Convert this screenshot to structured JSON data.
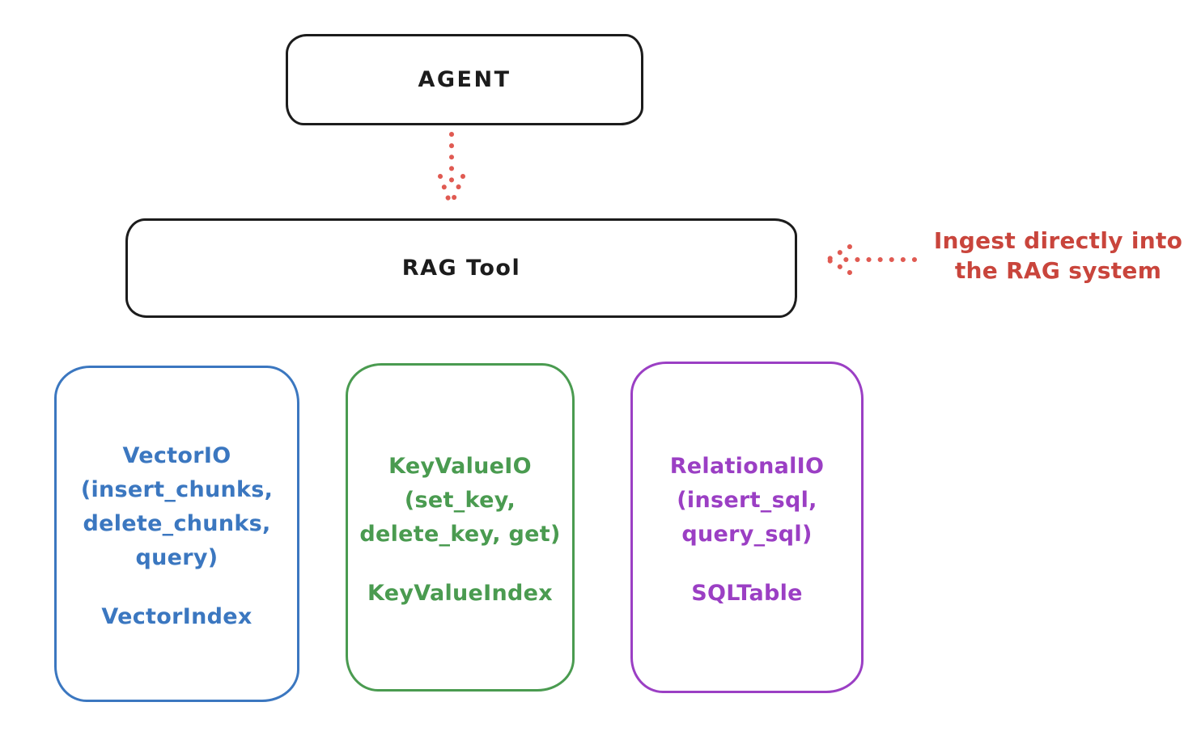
{
  "colors": {
    "ink": "#1c1c1c",
    "background": "#ffffff",
    "annotation_red": "#c9453c",
    "arrow_red": "#e05a52",
    "vector_blue": "#3b77c0",
    "keyvalue_green": "#4a9b50",
    "relational_purple": "#9b3fc4"
  },
  "nodes": {
    "agent": {
      "label": "AGENT"
    },
    "rag_tool": {
      "label": "RAG Tool"
    }
  },
  "annotation": {
    "text": "Ingest directly into\nthe RAG system"
  },
  "backends": [
    {
      "name": "vector-io",
      "color": "#3b77c0",
      "title": "VectorIO\n(insert_chunks,\ndelete_chunks,\nquery)",
      "index_label": "VectorIndex"
    },
    {
      "name": "keyvalue-io",
      "color": "#4a9b50",
      "title": "KeyValueIO\n(set_key,\ndelete_key, get)",
      "index_label": "KeyValueIndex"
    },
    {
      "name": "relational-io",
      "color": "#9b3fc4",
      "title": "RelationalIO\n(insert_sql,\nquery_sql)",
      "index_label": "SQLTable"
    }
  ]
}
